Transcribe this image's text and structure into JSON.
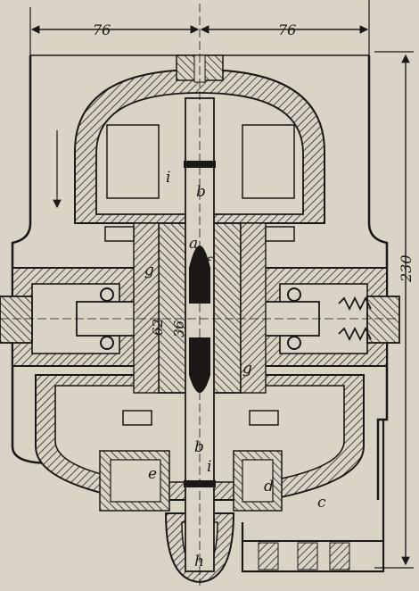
{
  "dimensions": {
    "top_left": "76",
    "top_right": "76",
    "right_height": "230",
    "center_a": "62",
    "center_b": "36"
  },
  "labels": {
    "i_top": "i",
    "b_top": "b",
    "a": "a",
    "f": "f",
    "g_left": "g",
    "g_right": "g",
    "b_bottom": "b",
    "i_bottom": "i",
    "e": "e",
    "d": "d",
    "c": "c",
    "h": "h"
  },
  "colors": {
    "paper": "#d9d4c6",
    "ink": "#1a1814",
    "hatch": "#2a2620"
  }
}
